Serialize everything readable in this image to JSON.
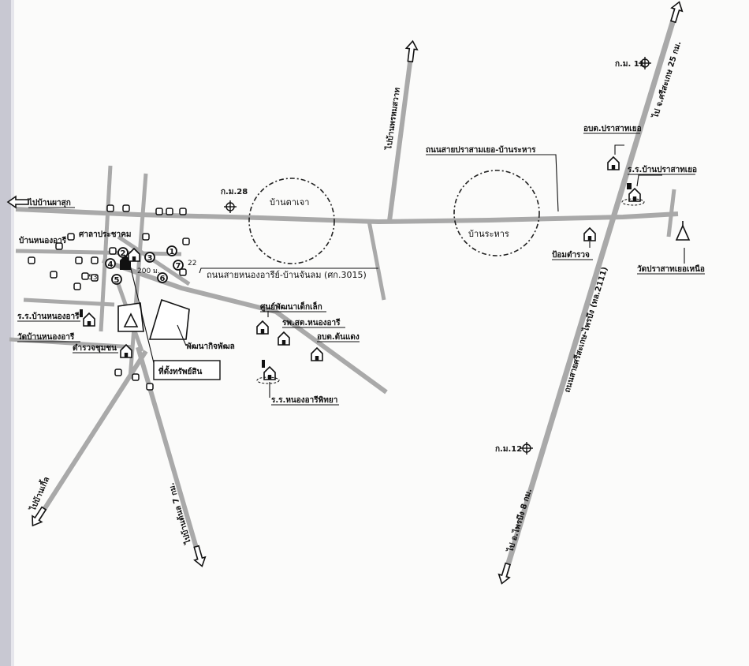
{
  "map": {
    "labels": {
      "to_ban_phasuk": "ไปบ้านผาสุก",
      "ban_nong_ari": "บ้านหนองอารี",
      "sala_prachakhom": "ศาลาประชาคม",
      "road_nongari_ban_janlom": "ถนนสายหนองอารีย์-บ้านจันลม (ศก.3015)",
      "num_22": "22",
      "num_53": "53",
      "num_200": "200 ม.",
      "rr_ban_nong_ari": "ร.ร.บ้านหนองอารี",
      "wat_ban_nong_ari": "วัดบ้านหนองอารี",
      "police_box": "ตำรวจชุมชน",
      "property_location": "ที่ตั้งทรัพย์สิน",
      "patthana_kit": "พัฒนากิจพัฒล",
      "child_center": "ศูนย์พัฒนาเด็กเล็ก",
      "hospital": "รพ.สต.หนองอารี",
      "abt_ton_daeng": "อบต.ต้นแดง",
      "rr_nong_ari_phitthaya": "ร.ร.หนองอารีพิทยา",
      "to_ban_kloe": "ไปบ้านเกิ้ล",
      "to_ban_tonluan": "ไปบ้านต้นล 7 กม.",
      "km_28": "ก.ม.28",
      "ban_ta_jao": "บ้านตาเจา",
      "to_ban_phasat": "ไปบ้านพรหมสวาท",
      "road_prasat_rahan": "ถนนสายปราสามเยอ-บ้านระหาร",
      "ban_rahan": "บ้านระหาร",
      "police_post": "ป้อมตำรวจ",
      "abt_prasat_yoe": "อบต.ปราสาทเยอ",
      "rr_ban_prasat_yoe": "ร.ร.บ้านปราสาทเยอ",
      "wat_prasat_yoe_nuea": "วัดปราสาทเยอเหนือ",
      "km_11": "ก.ม. 11",
      "to_sisaket": "ไป จ.ศรีสะเกษ 25 กม.",
      "road_sisaket_phraiphueng": "ถนนสายศรีสะเกษ-ไพรบึง (ทล.2111)",
      "km_12": "ก.ม.12",
      "to_phraiphueng": "ไป อ.ไพรบึง 8 กม."
    },
    "circled_numbers": [
      "1",
      "2",
      "3",
      "4",
      "5",
      "6",
      "7"
    ]
  }
}
